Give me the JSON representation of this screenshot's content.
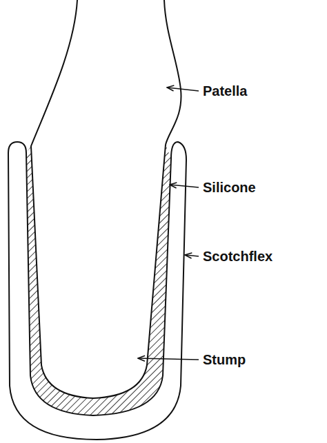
{
  "diagram": {
    "labels": [
      "Patella",
      "Silicone",
      "Scotchflex",
      "Stump"
    ]
  }
}
